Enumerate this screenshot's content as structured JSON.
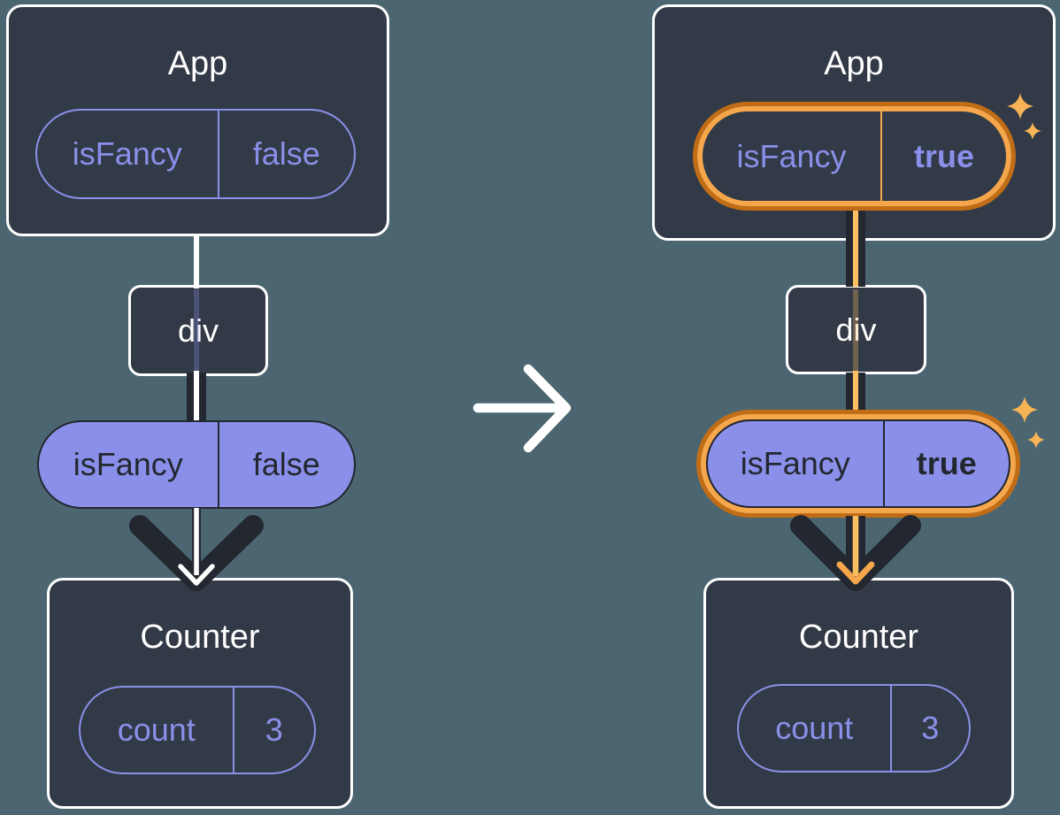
{
  "colors": {
    "background": "#4c6671",
    "card": "#333a47",
    "ink": "#23272f",
    "white": "#ffffff",
    "purple": "#8a90e9",
    "orange_dark": "#c06d16",
    "orange_light": "#f6a64b",
    "orange_thread": "#fbbf62",
    "sparkle": "#f7b356"
  },
  "before": {
    "app": {
      "title": "App",
      "prop": {
        "name": "isFancy",
        "value": "false"
      }
    },
    "div_node": {
      "label": "div"
    },
    "passed_prop": {
      "name": "isFancy",
      "value": "false"
    },
    "counter": {
      "title": "Counter",
      "state": {
        "name": "count",
        "value": "3"
      }
    }
  },
  "after": {
    "app": {
      "title": "App",
      "prop": {
        "name": "isFancy",
        "value": "true",
        "highlighted": true
      }
    },
    "div_node": {
      "label": "div"
    },
    "passed_prop": {
      "name": "isFancy",
      "value": "true",
      "highlighted": true
    },
    "counter": {
      "title": "Counter",
      "state": {
        "name": "count",
        "value": "3"
      }
    }
  }
}
